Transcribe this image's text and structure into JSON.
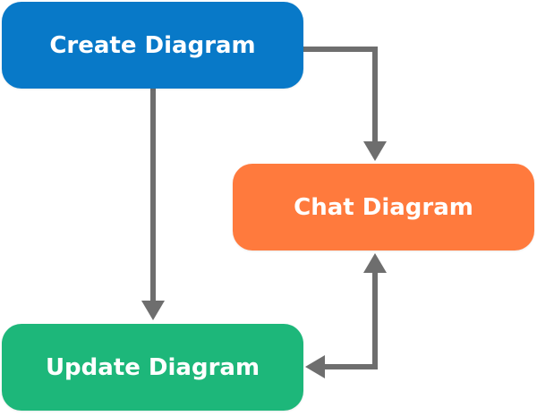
{
  "diagram": {
    "nodes": [
      {
        "id": "create",
        "label": "Create Diagram",
        "color": "#0879c8"
      },
      {
        "id": "chat",
        "label": "Chat Diagram",
        "color": "#ff7a3d"
      },
      {
        "id": "update",
        "label": "Update Diagram",
        "color": "#1db77a"
      }
    ],
    "edges": [
      {
        "from": "create",
        "to": "chat",
        "direction": "forward"
      },
      {
        "from": "create",
        "to": "update",
        "direction": "forward"
      },
      {
        "from": "update",
        "to": "chat",
        "direction": "both"
      }
    ],
    "edge_color": "#6e6e6e"
  }
}
